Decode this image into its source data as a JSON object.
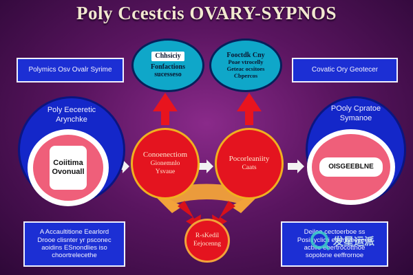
{
  "title": "Poly Ccestcis OVARY-SYPNOS",
  "top_left_box": "Polymics Osv Ovalr Syrime",
  "top_right_box": "Covatic Ory Geotecer",
  "bubble_left": {
    "line1": "Chhsiciy",
    "line2": "Fonfactions",
    "line3": "sucesseso"
  },
  "bubble_right": {
    "line1": "Fooctdk Cny",
    "line2": "Poae vtrocelly",
    "line3": "Geteac ocsitoes",
    "line4": "Cbpercos"
  },
  "left_circle": {
    "line1": "Poly Eeceretic",
    "line2": "Arynchke",
    "center1": "Coiitima",
    "center2": "Ovonuall"
  },
  "right_circle": {
    "line1": "POoly Cpratoe",
    "line2": "Symanoe",
    "center": "OISGEEBLNE"
  },
  "red_left": {
    "line1": "Conoenectiom",
    "line2": "Gionemnlo",
    "line3": "Ysvaue"
  },
  "red_right": {
    "line1": "Pocorleaniity",
    "line2": "Caats"
  },
  "red_bottom": {
    "line1": "R-sKedil",
    "line2": "Eejocenng"
  },
  "bottom_left_box": {
    "line1": "A Accaultitione Eearlord",
    "line2": "Drooe clisnter yr psconec",
    "line3": "aoidins ESnondlies iso",
    "line4": "choortrelecethe"
  },
  "bottom_right_box": {
    "line1": "Deiloe cectoerboe ss",
    "line2": "Posiuyclicti eonnivesceed",
    "line3": "acbiie ehertrocotthoe",
    "line4": "sopolone eeffrornoe"
  },
  "watermark": "发星运派",
  "colors": {
    "blue": "#1c2fd4",
    "cyan": "#0fa7c9",
    "red": "#e4141f",
    "pink": "#ef5f7a",
    "orange": "#f2a23a"
  }
}
